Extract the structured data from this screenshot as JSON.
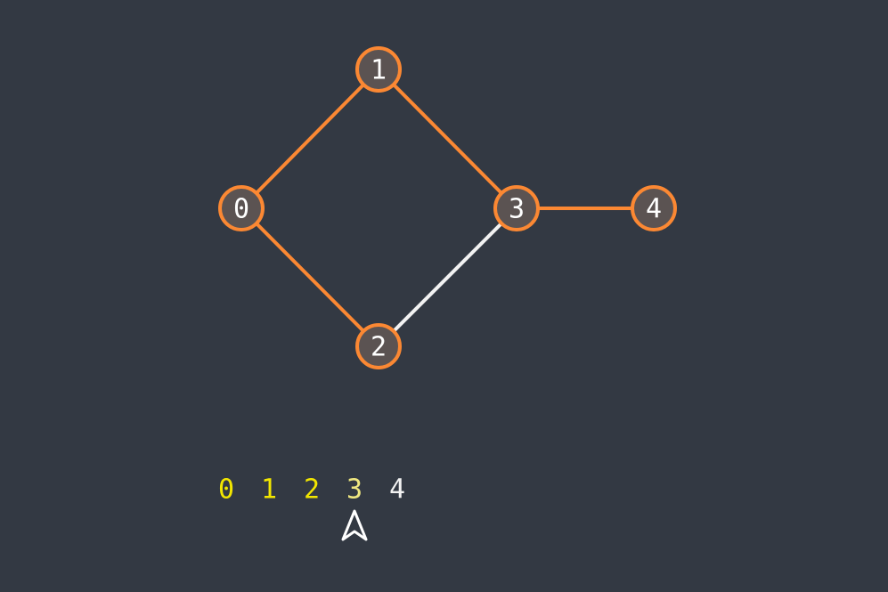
{
  "graph": {
    "nodes": [
      {
        "id": "0",
        "label": "0"
      },
      {
        "id": "1",
        "label": "1"
      },
      {
        "id": "2",
        "label": "2"
      },
      {
        "id": "3",
        "label": "3"
      },
      {
        "id": "4",
        "label": "4"
      }
    ],
    "edges": [
      {
        "from": "0",
        "to": "1",
        "state": "visited"
      },
      {
        "from": "0",
        "to": "2",
        "state": "visited"
      },
      {
        "from": "1",
        "to": "3",
        "state": "visited"
      },
      {
        "from": "2",
        "to": "3",
        "state": "unvisited"
      },
      {
        "from": "3",
        "to": "4",
        "state": "visited"
      }
    ]
  },
  "order": {
    "items": [
      {
        "label": "0",
        "state": "visited"
      },
      {
        "label": "1",
        "state": "visited"
      },
      {
        "label": "2",
        "state": "visited"
      },
      {
        "label": "3",
        "state": "current"
      },
      {
        "label": "4",
        "state": "unvisited"
      }
    ],
    "pointer_index": 3,
    "pointer_icon": "arrow-up-icon"
  },
  "colors": {
    "background": "#333943",
    "node_fill": "#5b5352",
    "node_stroke": "#fb8833",
    "edge_visited": "#fb8833",
    "edge_unvisited": "#f2f2f2",
    "node_text": "#ffffff",
    "order_visited": "#f2e600",
    "order_current": "#efe780",
    "order_unvisited": "#f2f2f2",
    "pointer": "#ffffff"
  }
}
